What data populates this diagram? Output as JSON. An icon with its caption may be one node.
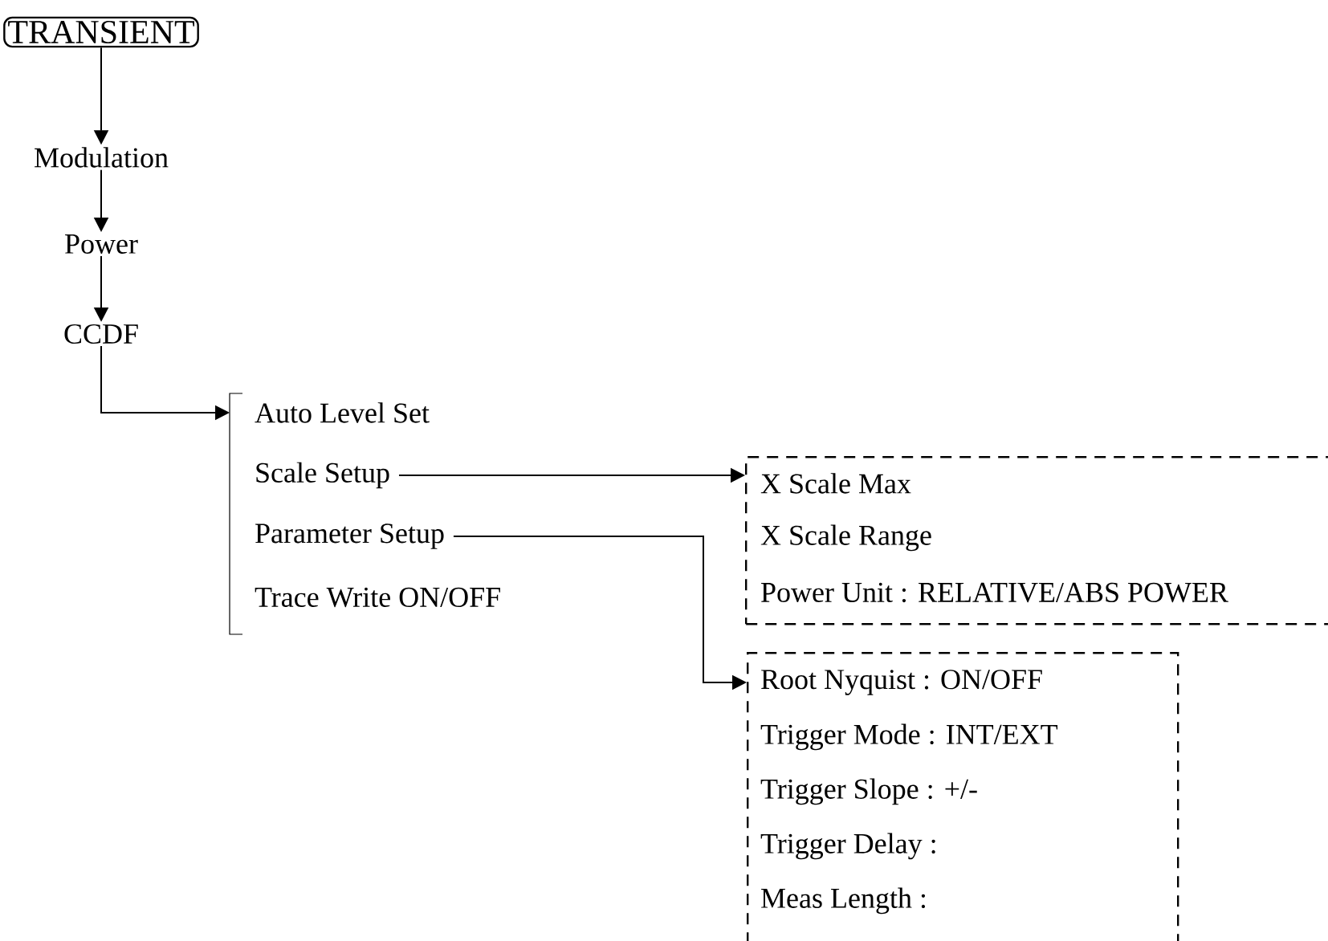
{
  "diagram": {
    "nodes": [
      {
        "text": [
          "TRANSIENT"
        ]
      },
      {
        "text": [
          "Modulation"
        ]
      },
      {
        "text": [
          "Power"
        ]
      },
      {
        "text": [
          "CCDF"
        ]
      },
      {
        "text": [],
        "shape": "bracket"
      },
      {
        "text": [
          "Auto Level Set"
        ]
      },
      {
        "text": [
          "Scale Setup"
        ]
      },
      {
        "text": [
          "Parameter Setup"
        ]
      },
      {
        "text": [
          "Trace Write ON/OFF"
        ]
      },
      {
        "text": [],
        "shape": "box"
      },
      {
        "text": [
          "X Scale Max"
        ],
        "in": 9
      },
      {
        "text": [
          "X Scale Range"
        ],
        "in": 9
      },
      {
        "text": [
          "Power Unit : RELATIVE/ABS POWER"
        ],
        "in": 9
      },
      {
        "text": [],
        "shape": "box"
      },
      {
        "text": [
          "Root Nyquist : ON/OFF"
        ],
        "in": 13
      },
      {
        "text": [
          "Trigger Mode : INT/EXT"
        ],
        "in": 13
      },
      {
        "text": [
          "Trigger Slope : +/-"
        ],
        "in": 13
      },
      {
        "text": [
          "Trigger Delay :"
        ],
        "in": 13
      },
      {
        "text": [
          "Meas Length :"
        ],
        "in": 13
      }
    ],
    "edges": [
      {
        "from": 0,
        "to": 1,
        "arrow": "to"
      },
      {
        "from": 1,
        "to": 2,
        "arrow": "to"
      },
      {
        "from": 2,
        "to": 3,
        "arrow": "to"
      },
      {
        "from": 3,
        "to": 4,
        "arrow": "to"
      },
      {
        "from": 6,
        "to": 9,
        "arrow": "to"
      },
      {
        "from": 7,
        "to": 13,
        "arrow": "to"
      }
    ]
  }
}
